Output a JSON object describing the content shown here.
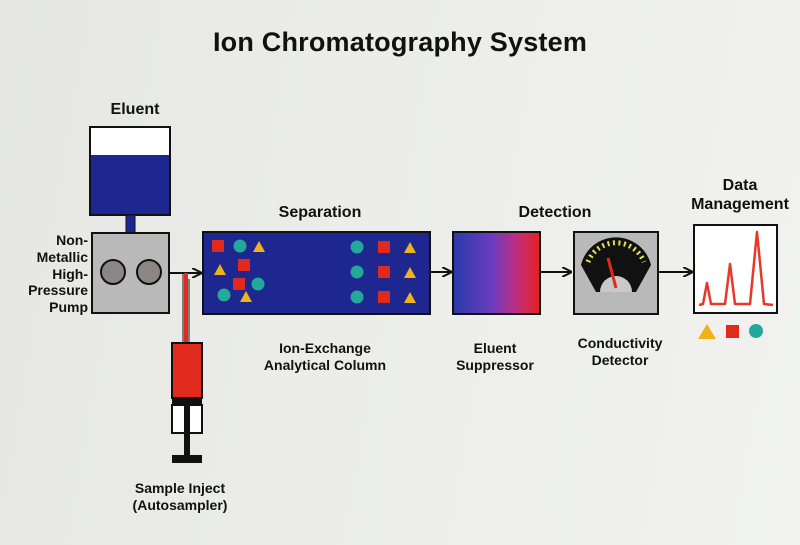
{
  "title": "Ion Chromatography System",
  "labels": {
    "eluent": "Eluent",
    "pump": "Non-\nMetallic\nHigh-\nPressure\nPump",
    "separation": "Separation",
    "detection": "Detection",
    "data_management": "Data\nManagement",
    "column": "Ion-Exchange\nAnalytical Column",
    "suppressor": "Eluent\nSuppressor",
    "detector": "Conductivity\nDetector",
    "sample_inject": "Sample Inject\n(Autosampler)"
  },
  "colors": {
    "eluent_blue": "#1e2690",
    "ion_red": "#e02a1e",
    "ion_yellow": "#f0b21a",
    "ion_teal": "#22a99a",
    "pump_gray": "#b9b9b9",
    "peak_red": "#e8382a"
  }
}
